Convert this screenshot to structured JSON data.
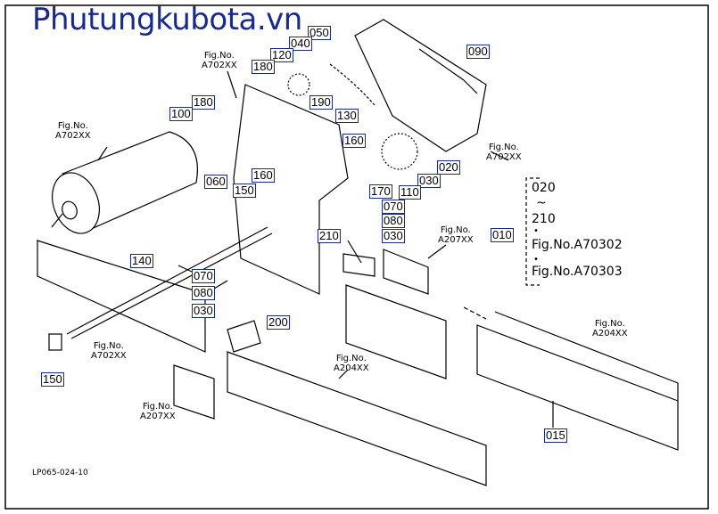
{
  "header": {
    "site": "Phutungkubota.vn"
  },
  "diagram_code": "LP065-024-10",
  "fig_label": "Fig.No.",
  "figs": [
    {
      "id": "f1",
      "ref": "A702XX"
    },
    {
      "id": "f2",
      "ref": "A702XX"
    },
    {
      "id": "f3",
      "ref": "A702XX"
    },
    {
      "id": "f4",
      "ref": "A702XX"
    },
    {
      "id": "f5",
      "ref": "A207XX"
    },
    {
      "id": "f6",
      "ref": "A204XX"
    },
    {
      "id": "f7",
      "ref": "A207XX"
    },
    {
      "id": "f8",
      "ref": "A204XX"
    }
  ],
  "parts": [
    "050",
    "040",
    "120",
    "180",
    "190",
    "130",
    "090",
    "180",
    "100",
    "160",
    "020",
    "030",
    "110",
    "170",
    "060",
    "150",
    "160",
    "070",
    "080",
    "030",
    "210",
    "010",
    "140",
    "070",
    "080",
    "030",
    "200",
    "150",
    "015"
  ],
  "reference_block": {
    "from": "020",
    "tilde": "~",
    "to": "210",
    "dot": "•",
    "fig1": "Fig.No.A70302",
    "fig2": "Fig.No.A70303"
  },
  "colors": {
    "title": "#1a2a8a",
    "label_border": "#1a2a8a",
    "line": "#000000"
  }
}
